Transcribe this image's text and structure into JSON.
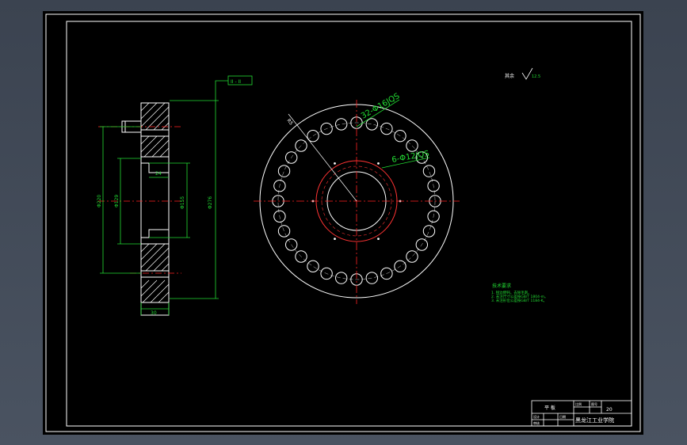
{
  "drawing": {
    "section_tag": "II - II",
    "dim_vertical_overall": "Φ276",
    "dim_vertical_mid": "Φ155",
    "dim_vertical_left": "Φ220",
    "dim_vertical_inner": "Φ129",
    "dim_step_width": "24",
    "dim_bottom_width": "30",
    "pattern_outer_holes": "32-Φ16JQS",
    "pattern_inner_holes": "6-Φ12JQS",
    "radius_label": "R5",
    "surface_note": "其余",
    "surface_value": "12.5",
    "tech_heading": "技术要求",
    "tech_lines": [
      "1. 锐边倒钝，去除毛刺。",
      "2. 未注尺寸公差按GB/T 1804-m。",
      "3. 未注形位公差按GB/T 1184-K。"
    ]
  },
  "title_block": {
    "drawing_name": "平 板",
    "scale_label": "比例",
    "sheet_label": "图号",
    "sheet_value": "20",
    "designer_label": "设计",
    "checker_label": "审核",
    "date_label": "日期",
    "school": "黑龙江工业学院"
  },
  "colors": {
    "frame": "#ffffff",
    "geometry": "#ffffff",
    "dimension": "#22dd33",
    "centerline": "#ff2222",
    "circle_red": "#ff3333",
    "holes": "#ffffff",
    "hatch": "#ffffff"
  }
}
